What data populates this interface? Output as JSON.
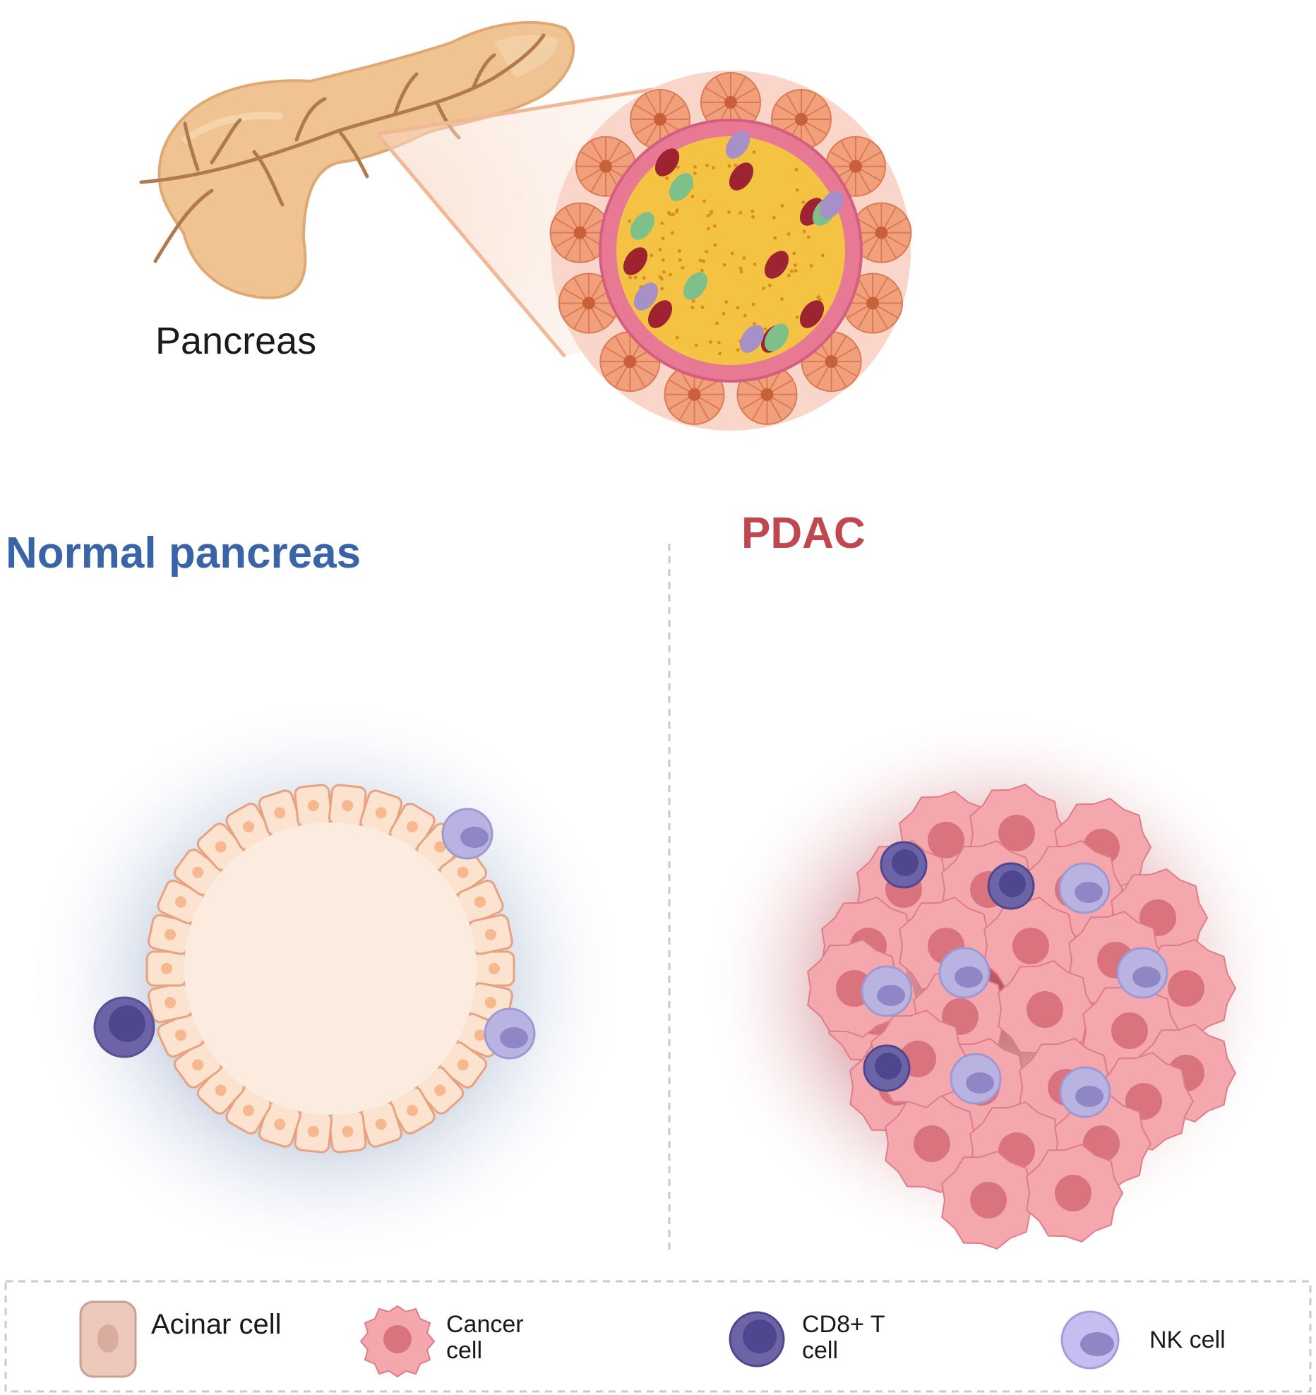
{
  "header": {
    "organ_label": "Pancreas"
  },
  "panels": {
    "left_title": "Normal pancreas",
    "right_title": "PDAC"
  },
  "legend": {
    "items": [
      {
        "label": "Acinar cell",
        "icon": "acinar-cell-icon"
      },
      {
        "label": "Cancer cell",
        "icon": "cancer-cell-icon"
      },
      {
        "label": "CD8+ T cell",
        "icon": "cd8-t-cell-icon"
      },
      {
        "label": "NK cell",
        "icon": "nk-cell-icon"
      }
    ]
  },
  "colors": {
    "normal_title": "#3a64a8",
    "pdac_title": "#c0474f",
    "acinar": "#fbe3cf",
    "cancer": "#f4a7ac",
    "cd8": "#6d64a8",
    "nk": "#b9b3e2",
    "pancreas": "#f0c392"
  }
}
